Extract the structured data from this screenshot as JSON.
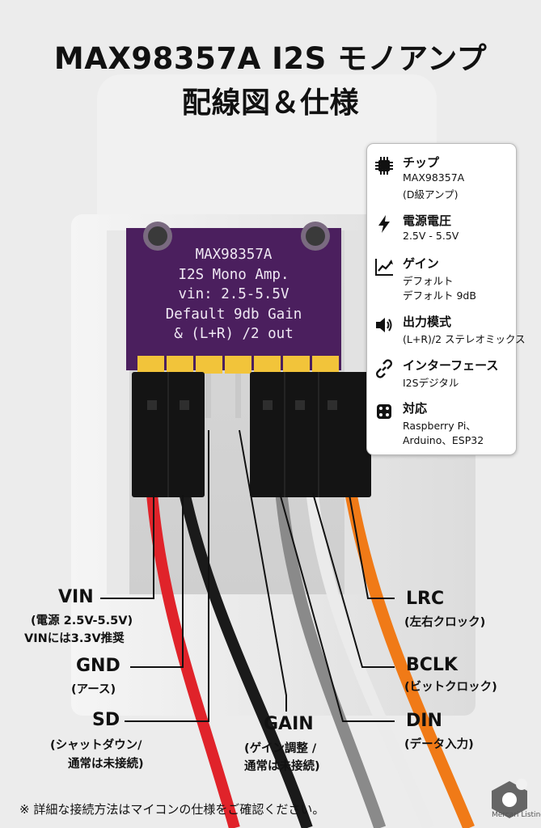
{
  "title": {
    "line1": "MAX98357A I2S モノアンプ",
    "line2": "配線図＆仕様"
  },
  "board": {
    "line1": "MAX98357A",
    "line2": "I2S Mono Amp.",
    "line3": "vin:  2.5-5.5V",
    "line4": "Default 9db Gain",
    "line5": "&  (L+R) /2  out"
  },
  "specs": [
    {
      "icon": "chip-icon",
      "title": "チップ",
      "lines": [
        "MAX98357A",
        "(D級アンプ)"
      ]
    },
    {
      "icon": "lightning-icon",
      "title": "電源電圧",
      "lines": [
        "2.5V - 5.5V"
      ]
    },
    {
      "icon": "chart-line-icon",
      "title": "ゲイン",
      "lines": [
        "デフォルト",
        "デフォルト 9dB"
      ]
    },
    {
      "icon": "speaker-icon",
      "title": "出力模式",
      "lines": [
        "(L+R)/2 ステレオミックス"
      ]
    },
    {
      "icon": "link-icon",
      "title": "インターフェース",
      "lines": [
        "I2Sデジタル"
      ]
    },
    {
      "icon": "board-icon",
      "title": "対応",
      "lines": [
        "Raspberry Pi、",
        "Arduino、ESP32"
      ]
    }
  ],
  "pins": {
    "vin": {
      "name": "VIN",
      "desc1": "(電源 2.5V-5.5V)",
      "desc2": "VINには3.3V推奨"
    },
    "gnd": {
      "name": "GND",
      "desc1": "(アース)"
    },
    "sd": {
      "name": "SD",
      "desc1": "(シャットダウン/",
      "desc2": "通常は未接続)"
    },
    "gain": {
      "name": "GAIN",
      "desc1": "(ゲイン調整 /",
      "desc2": "通常は未接続)"
    },
    "lrc": {
      "name": "LRC",
      "desc1": "(左右クロック)"
    },
    "bclk": {
      "name": "BCLK",
      "desc1": "(ビットクロック)"
    },
    "din": {
      "name": "DIN",
      "desc1": "(データ入力)"
    }
  },
  "note": "※ 詳細な接続方法はマイコンの仕様をご確認ください。",
  "watermark": "Mercari Listing",
  "colors": {
    "board": "#4b1f5e",
    "header": "#f2c43a",
    "vin_wire": "#e0232a",
    "gnd_wire": "#1a1a1a",
    "din_wire": "#8a8a8a",
    "bclk_wire": "#f4f4f4",
    "lrc_wire": "#f07a17"
  }
}
